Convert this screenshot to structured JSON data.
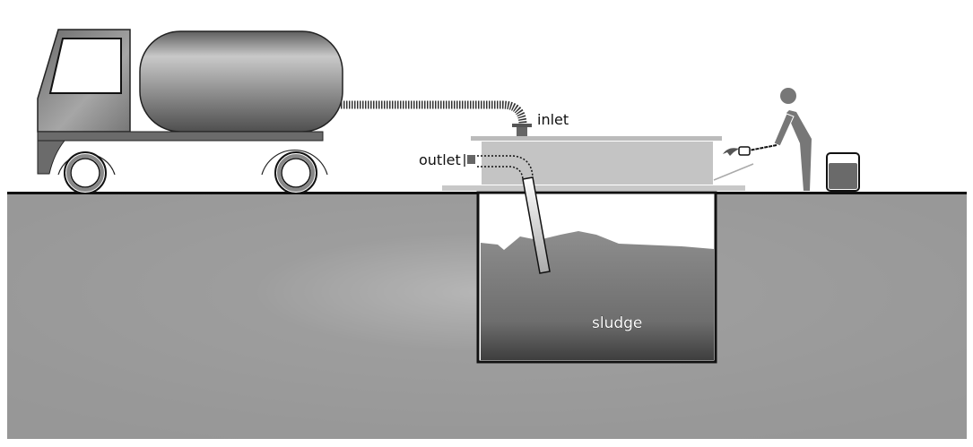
{
  "labels": {
    "inlet": "inlet",
    "outlet": "outlet",
    "sludge": "sludge"
  },
  "colors": {
    "ground": "#9a9a9a",
    "sludge": "#767676",
    "tank_box": "#c4c4c4",
    "truck": "#8a8a8a",
    "outline": "#111111"
  }
}
